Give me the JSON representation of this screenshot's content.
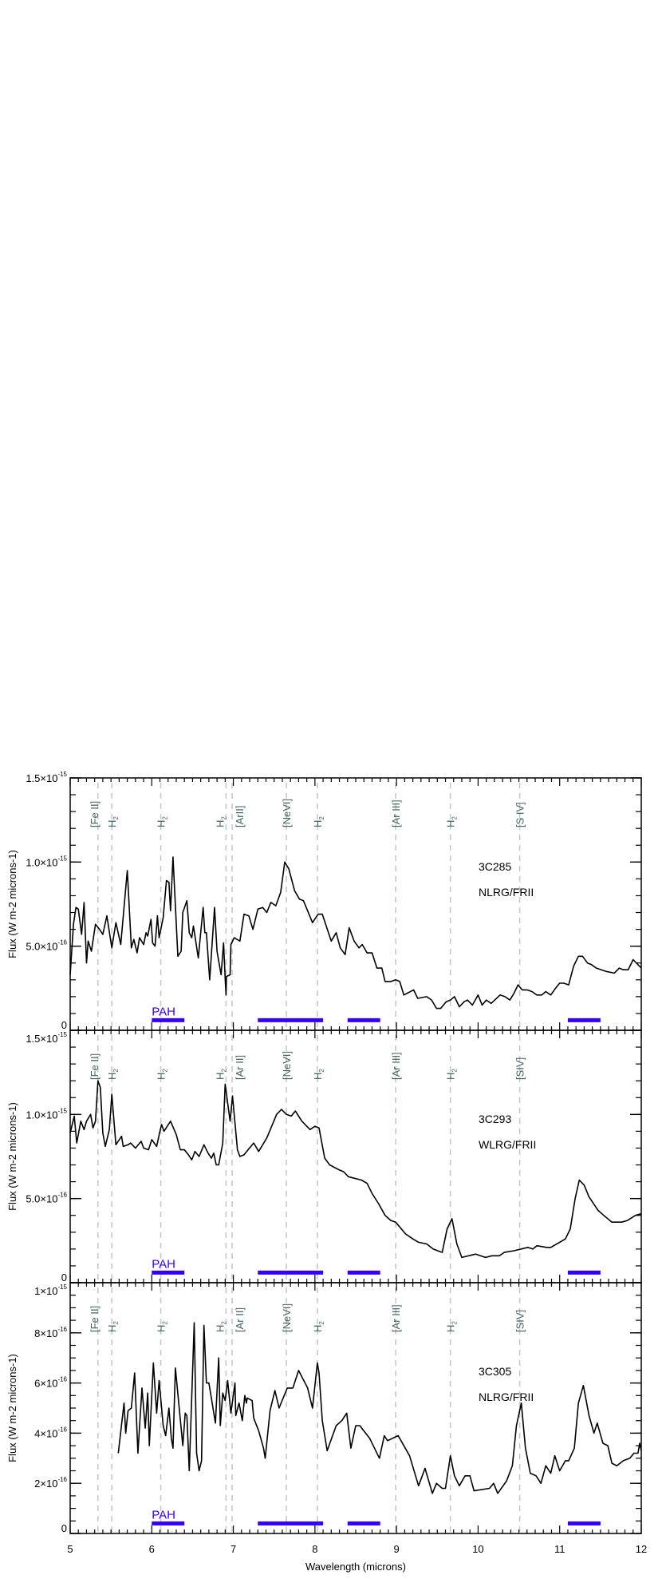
{
  "chart_data": [
    {
      "type": "line",
      "object": "3C285",
      "classification": "NLRG/FRII",
      "xlim": [
        5,
        12
      ],
      "ylim": [
        0,
        1.5e-15
      ],
      "ylabel": "Flux (W m-2 microns-1)",
      "yticks": [
        {
          "value": 0,
          "mant": "0",
          "exp": ""
        },
        {
          "value": 5e-16,
          "mant": "5.0×10",
          "exp": "-16"
        },
        {
          "value": 1e-15,
          "mant": "1.0×10",
          "exp": "-15"
        },
        {
          "value": 1.5e-15,
          "mant": "1.5×10",
          "exp": "-15"
        }
      ],
      "yminor_step": 1e-16,
      "line_labels": [
        "[Fe II]",
        "H2",
        "H2",
        "H2",
        "[ArII]",
        "[NeVI]",
        "H2",
        "[Ar III]",
        "H2",
        "[S IV]"
      ],
      "x": [
        5.0,
        5.04,
        5.07,
        5.1,
        5.14,
        5.17,
        5.2,
        5.22,
        5.26,
        5.31,
        5.36,
        5.4,
        5.45,
        5.51,
        5.56,
        5.62,
        5.7,
        5.75,
        5.78,
        5.82,
        5.85,
        5.9,
        5.93,
        5.95,
        5.99,
        6.01,
        6.04,
        6.07,
        6.09,
        6.14,
        6.18,
        6.21,
        6.23,
        6.26,
        6.32,
        6.36,
        6.38,
        6.43,
        6.46,
        6.49,
        6.51,
        6.57,
        6.63,
        6.65,
        6.67,
        6.71,
        6.77,
        6.8,
        6.85,
        6.88,
        6.9,
        6.91,
        6.915,
        6.96,
        6.97,
        7.01,
        7.08,
        7.13,
        7.19,
        7.24,
        7.3,
        7.36,
        7.41,
        7.46,
        7.52,
        7.58,
        7.63,
        7.68,
        7.75,
        7.81,
        7.86,
        7.97,
        8.04,
        8.09,
        8.2,
        8.26,
        8.31,
        8.37,
        8.42,
        8.48,
        8.54,
        8.58,
        8.64,
        8.7,
        8.76,
        8.82,
        8.86,
        8.93,
        8.99,
        9.04,
        9.09,
        9.21,
        9.26,
        9.37,
        9.43,
        9.49,
        9.54,
        9.61,
        9.66,
        9.71,
        9.77,
        9.83,
        9.87,
        9.93,
        10.0,
        10.05,
        10.1,
        10.16,
        10.27,
        10.33,
        10.39,
        10.44,
        10.49,
        10.54,
        10.6,
        10.66,
        10.72,
        10.78,
        10.83,
        10.89,
        10.95,
        11.0,
        11.05,
        11.11,
        11.17,
        11.23,
        11.28,
        11.34,
        11.39,
        11.45,
        11.51,
        11.57,
        11.67,
        11.73,
        11.78,
        11.84,
        11.9,
        12.0
      ],
      "y": [
        3.3e-16,
        6.3e-16,
        7.3e-16,
        7.2e-16,
        5.7e-16,
        7.6e-16,
        4e-16,
        5.3e-16,
        4.7e-16,
        6.3e-16,
        6e-16,
        5.7e-16,
        6.8e-16,
        4.9e-16,
        6.4e-16,
        5.1e-16,
        9.5e-16,
        4.9e-16,
        5.4e-16,
        4.6e-16,
        5.5e-16,
        5.1e-16,
        5.8e-16,
        5.6e-16,
        6.6e-16,
        5.2e-16,
        5e-16,
        6.8e-16,
        5.5e-16,
        6.7e-16,
        8.9e-16,
        8.8e-16,
        7.1e-16,
        1.03e-15,
        4.4e-16,
        4.7e-16,
        7e-16,
        7.7e-16,
        5.8e-16,
        5.5e-16,
        6.2e-16,
        4.3e-16,
        7.3e-16,
        5.8e-16,
        5.8e-16,
        3e-16,
        7.3e-16,
        4.7e-16,
        3.3e-16,
        5.2e-16,
        3.1e-16,
        2.1e-16,
        3.2e-16,
        3.3e-16,
        5.1e-16,
        5.5e-16,
        5.3e-16,
        6.9e-16,
        6.8e-16,
        6e-16,
        7.2e-16,
        7.3e-16,
        7e-16,
        7.6e-16,
        7.4e-16,
        8.2e-16,
        1e-15,
        9.6e-16,
        8.3e-16,
        7.8e-16,
        7.7e-16,
        6.4e-16,
        6.9e-16,
        6.9e-16,
        5.3e-16,
        5.8e-16,
        4.9e-16,
        4.5e-16,
        6.1e-16,
        5.3e-16,
        4.9e-16,
        5.1e-16,
        4.6e-16,
        4.6e-16,
        3.7e-16,
        3.7e-16,
        2.9e-16,
        2.9e-16,
        3e-16,
        2.9e-16,
        2.1e-16,
        2.4e-16,
        1.9e-16,
        2e-16,
        1.8e-16,
        1.3e-16,
        1.3e-16,
        1.7e-16,
        1.8e-16,
        2e-16,
        1.4e-16,
        1.7e-16,
        1.8e-16,
        1.5e-16,
        2.1e-16,
        1.5e-16,
        1.8e-16,
        1.6e-16,
        2.1e-16,
        2e-16,
        1.8e-16,
        2.2e-16,
        2.7e-16,
        2.4e-16,
        2.4e-16,
        2.3e-16,
        2.1e-16,
        2.1e-16,
        2.3e-16,
        2.1e-16,
        2.5e-16,
        2.8e-16,
        2.8e-16,
        2.7e-16,
        3.8e-16,
        4.4e-16,
        4.4e-16,
        4e-16,
        3.9e-16,
        3.7e-16,
        3.6e-16,
        3.5e-16,
        3.4e-16,
        3.7e-16,
        3.6e-16,
        3.6e-16,
        4.2e-16,
        3.7e-16
      ]
    },
    {
      "type": "line",
      "object": "3C293",
      "classification": "WLRG/FRII",
      "xlim": [
        5,
        12
      ],
      "ylim": [
        0,
        1.5e-15
      ],
      "ylabel": "Flux (W m-2 microns-1)",
      "yticks": [
        {
          "value": 0,
          "mant": "0",
          "exp": ""
        },
        {
          "value": 5e-16,
          "mant": "5.0×10",
          "exp": "-16"
        },
        {
          "value": 1e-15,
          "mant": "1.0×10",
          "exp": "-15"
        },
        {
          "value": 1.5e-15,
          "mant": "1.5×10",
          "exp": "-15"
        }
      ],
      "yminor_step": 1e-16,
      "line_labels": [
        "[Fe II]",
        "H2",
        "H2",
        "H2",
        "[Ar II]",
        "[NeVI]",
        "H2",
        "[Ar III]",
        "H2",
        "[SIV]"
      ],
      "x": [
        5.0,
        5.05,
        5.08,
        5.13,
        5.17,
        5.2,
        5.25,
        5.28,
        5.31,
        5.34,
        5.37,
        5.4,
        5.43,
        5.48,
        5.51,
        5.56,
        5.63,
        5.65,
        5.71,
        5.74,
        5.8,
        5.87,
        5.9,
        5.96,
        6.0,
        6.06,
        6.1,
        6.12,
        6.15,
        6.23,
        6.3,
        6.35,
        6.4,
        6.45,
        6.49,
        6.53,
        6.58,
        6.64,
        6.69,
        6.73,
        6.76,
        6.79,
        6.82,
        6.87,
        6.9,
        6.96,
        6.99,
        7.05,
        7.08,
        7.13,
        7.18,
        7.25,
        7.31,
        7.41,
        7.53,
        7.59,
        7.65,
        7.71,
        7.76,
        7.84,
        7.94,
        8.0,
        8.05,
        8.12,
        8.18,
        8.3,
        8.35,
        8.41,
        8.57,
        8.64,
        8.7,
        8.78,
        8.86,
        8.93,
        8.99,
        9.11,
        9.2,
        9.27,
        9.37,
        9.45,
        9.56,
        9.62,
        9.68,
        9.74,
        9.8,
        9.97,
        10.09,
        10.17,
        10.26,
        10.32,
        10.44,
        10.61,
        10.67,
        10.72,
        10.84,
        10.89,
        11.0,
        11.07,
        11.13,
        11.19,
        11.24,
        11.3,
        11.36,
        11.47,
        11.54,
        11.64,
        11.76,
        11.83,
        11.93,
        12.0
      ],
      "y": [
        8.9e-16,
        9.9e-16,
        8.3e-16,
        9.6e-16,
        9.1e-16,
        9.6e-16,
        1e-15,
        9.2e-16,
        9.6e-16,
        1.2e-15,
        1.16e-15,
        8.9e-16,
        8.1e-16,
        9.1e-16,
        1.12e-15,
        8.2e-16,
        8.7e-16,
        8.1e-16,
        8.2e-16,
        8.3e-16,
        8e-16,
        8.4e-16,
        8e-16,
        7.9e-16,
        8.5e-16,
        8.1e-16,
        9e-16,
        9.4e-16,
        9e-16,
        9.6e-16,
        8.8e-16,
        7.9e-16,
        7.9e-16,
        7.6e-16,
        7.3e-16,
        7.8e-16,
        7.5e-16,
        8.2e-16,
        7.7e-16,
        7.4e-16,
        7.7e-16,
        7e-16,
        7e-16,
        8.3e-16,
        1.18e-15,
        9.6e-16,
        1.11e-15,
        7.9e-16,
        7.5e-16,
        7.6e-16,
        7.9e-16,
        8.3e-16,
        7.8e-16,
        8.6e-16,
        1e-15,
        1.03e-15,
        1e-15,
        9.9e-16,
        1.02e-15,
        9.6e-16,
        9.1e-16,
        9.3e-16,
        9.2e-16,
        7.4e-16,
        7e-16,
        6.7e-16,
        6.6e-16,
        6.3e-16,
        6.1e-16,
        5.9e-16,
        5.3e-16,
        4.7e-16,
        4e-16,
        3.7e-16,
        3.6e-16,
        2.9e-16,
        2.6e-16,
        2.4e-16,
        2.3e-16,
        2e-16,
        1.8e-16,
        3.2e-16,
        3.8e-16,
        2.3e-16,
        1.5e-16,
        1.7e-16,
        1.5e-16,
        1.6e-16,
        1.6e-16,
        1.8e-16,
        1.9e-16,
        2.1e-16,
        2e-16,
        2.2e-16,
        2.1e-16,
        2.1e-16,
        2.4e-16,
        2.6e-16,
        3.2e-16,
        5e-16,
        6.1e-16,
        5.8e-16,
        5.1e-16,
        4.3e-16,
        4e-16,
        3.6e-16,
        3.6e-16,
        3.7e-16,
        4e-16,
        4.1e-16
      ]
    },
    {
      "type": "line",
      "object": "3C305",
      "classification": "NLRG/FRII",
      "xlim": [
        5,
        12
      ],
      "ylim": [
        0,
        1e-15
      ],
      "ylabel": "Flux (W m-2 microns-1)",
      "xlabel": "Wavelength (microns)",
      "xticks": [
        "5",
        "6",
        "7",
        "8",
        "9",
        "10",
        "11",
        "12"
      ],
      "yticks": [
        {
          "value": 0,
          "mant": "0",
          "exp": ""
        },
        {
          "value": 2e-16,
          "mant": "2×10",
          "exp": "-16"
        },
        {
          "value": 4e-16,
          "mant": "4×10",
          "exp": "-16"
        },
        {
          "value": 6e-16,
          "mant": "6×10",
          "exp": "-16"
        },
        {
          "value": 8e-16,
          "mant": "8×10",
          "exp": "-16"
        },
        {
          "value": 1e-15,
          "mant": "1×10",
          "exp": "-15"
        }
      ],
      "yminor_step": 5e-17,
      "line_labels": [
        "[Fe II]",
        "H2",
        "H2",
        "H2",
        "[Ar II]",
        "[NeVI]",
        "H2",
        "[Ar III]",
        "H2",
        "[SIV]"
      ],
      "x": [
        5.59,
        5.66,
        5.68,
        5.71,
        5.75,
        5.79,
        5.83,
        5.88,
        5.92,
        5.95,
        5.97,
        6.02,
        6.06,
        6.09,
        6.14,
        6.17,
        6.21,
        6.24,
        6.26,
        6.29,
        6.38,
        6.41,
        6.43,
        6.46,
        6.52,
        6.55,
        6.58,
        6.61,
        6.64,
        6.67,
        6.7,
        6.73,
        6.78,
        6.82,
        6.84,
        6.87,
        6.9,
        6.93,
        6.97,
        7.02,
        7.03,
        7.07,
        7.11,
        7.14,
        7.16,
        7.17,
        7.23,
        7.25,
        7.31,
        7.37,
        7.39,
        7.45,
        7.51,
        7.56,
        7.66,
        7.73,
        7.8,
        7.91,
        7.97,
        8.03,
        8.05,
        8.09,
        8.15,
        8.26,
        8.33,
        8.39,
        8.44,
        8.5,
        8.55,
        8.67,
        8.79,
        8.85,
        8.89,
        9.02,
        9.16,
        9.27,
        9.35,
        9.44,
        9.49,
        9.56,
        9.6,
        9.66,
        9.71,
        9.77,
        9.84,
        9.9,
        9.95,
        10.14,
        10.19,
        10.24,
        10.35,
        10.42,
        10.47,
        10.53,
        10.58,
        10.64,
        10.71,
        10.77,
        10.83,
        10.89,
        10.94,
        11.0,
        11.07,
        11.11,
        11.18,
        11.23,
        11.29,
        11.36,
        11.42,
        11.46,
        11.53,
        11.59,
        11.64,
        11.7,
        11.78,
        11.86,
        11.91,
        11.96,
        11.98,
        12.0
      ],
      "y": [
        3.2e-16,
        5.2e-16,
        4e-16,
        4.9e-16,
        5e-16,
        6.4e-16,
        3.2e-16,
        5.8e-16,
        4.2e-16,
        5.6e-16,
        3.5e-16,
        6.8e-16,
        4.8e-16,
        6.1e-16,
        4.3e-16,
        3.9e-16,
        5e-16,
        3.8e-16,
        3.4e-16,
        6.6e-16,
        3.5e-16,
        4.8e-16,
        4.7e-16,
        2.5e-16,
        8.4e-16,
        3.2e-16,
        2.5e-16,
        2.9e-16,
        8.3e-16,
        6e-16,
        6e-16,
        5.4e-16,
        4.4e-16,
        7e-16,
        4.3e-16,
        5.6e-16,
        5.3e-16,
        6.1e-16,
        4.8e-16,
        6e-16,
        4.7e-16,
        5.2e-16,
        4.5e-16,
        5.5e-16,
        5.2e-16,
        5.4e-16,
        5.3e-16,
        4.6e-16,
        4.1e-16,
        3.4e-16,
        3e-16,
        4.9e-16,
        5.7e-16,
        5e-16,
        5.8e-16,
        5.8e-16,
        6.5e-16,
        5.8e-16,
        5e-16,
        6.8e-16,
        6.4e-16,
        4.5e-16,
        3.3e-16,
        4.3e-16,
        4.5e-16,
        4.8e-16,
        3.4e-16,
        4.3e-16,
        4.3e-16,
        3.8e-16,
        3e-16,
        3.9e-16,
        3.7e-16,
        3.9e-16,
        3.1e-16,
        1.9e-16,
        2.6e-16,
        1.6e-16,
        2e-16,
        1.8e-16,
        1.8e-16,
        3.1e-16,
        2.3e-16,
        1.9e-16,
        2.3e-16,
        2.3e-16,
        1.7e-16,
        1.8e-16,
        2e-16,
        1.6e-16,
        2.1e-16,
        2.7e-16,
        4.3e-16,
        5.2e-16,
        3.4e-16,
        2.4e-16,
        2.3e-16,
        2e-16,
        2.7e-16,
        2.4e-16,
        3.1e-16,
        2.5e-16,
        2.9e-16,
        2.9e-16,
        3.4e-16,
        5.2e-16,
        5.9e-16,
        4.7e-16,
        4e-16,
        4.4e-16,
        3.6e-16,
        3.5e-16,
        2.8e-16,
        2.7e-16,
        2.9e-16,
        3e-16,
        3.2e-16,
        3.2e-16,
        3.6e-16,
        3.3e-16
      ]
    }
  ],
  "emission_lines_um": [
    5.34,
    5.51,
    6.11,
    6.91,
    6.985,
    7.65,
    8.03,
    8.99,
    9.66,
    10.51
  ],
  "pah_label": "PAH",
  "pah_bands_um": [
    [
      6.0,
      6.4
    ],
    [
      7.3,
      8.1
    ],
    [
      8.4,
      8.8
    ],
    [
      11.1,
      11.5
    ]
  ],
  "colors": {
    "spectrum": "#000000",
    "line_marker": "#c8c8c8",
    "line_label": "#3f5f5f",
    "pah": "#3300ff"
  },
  "grid": false
}
